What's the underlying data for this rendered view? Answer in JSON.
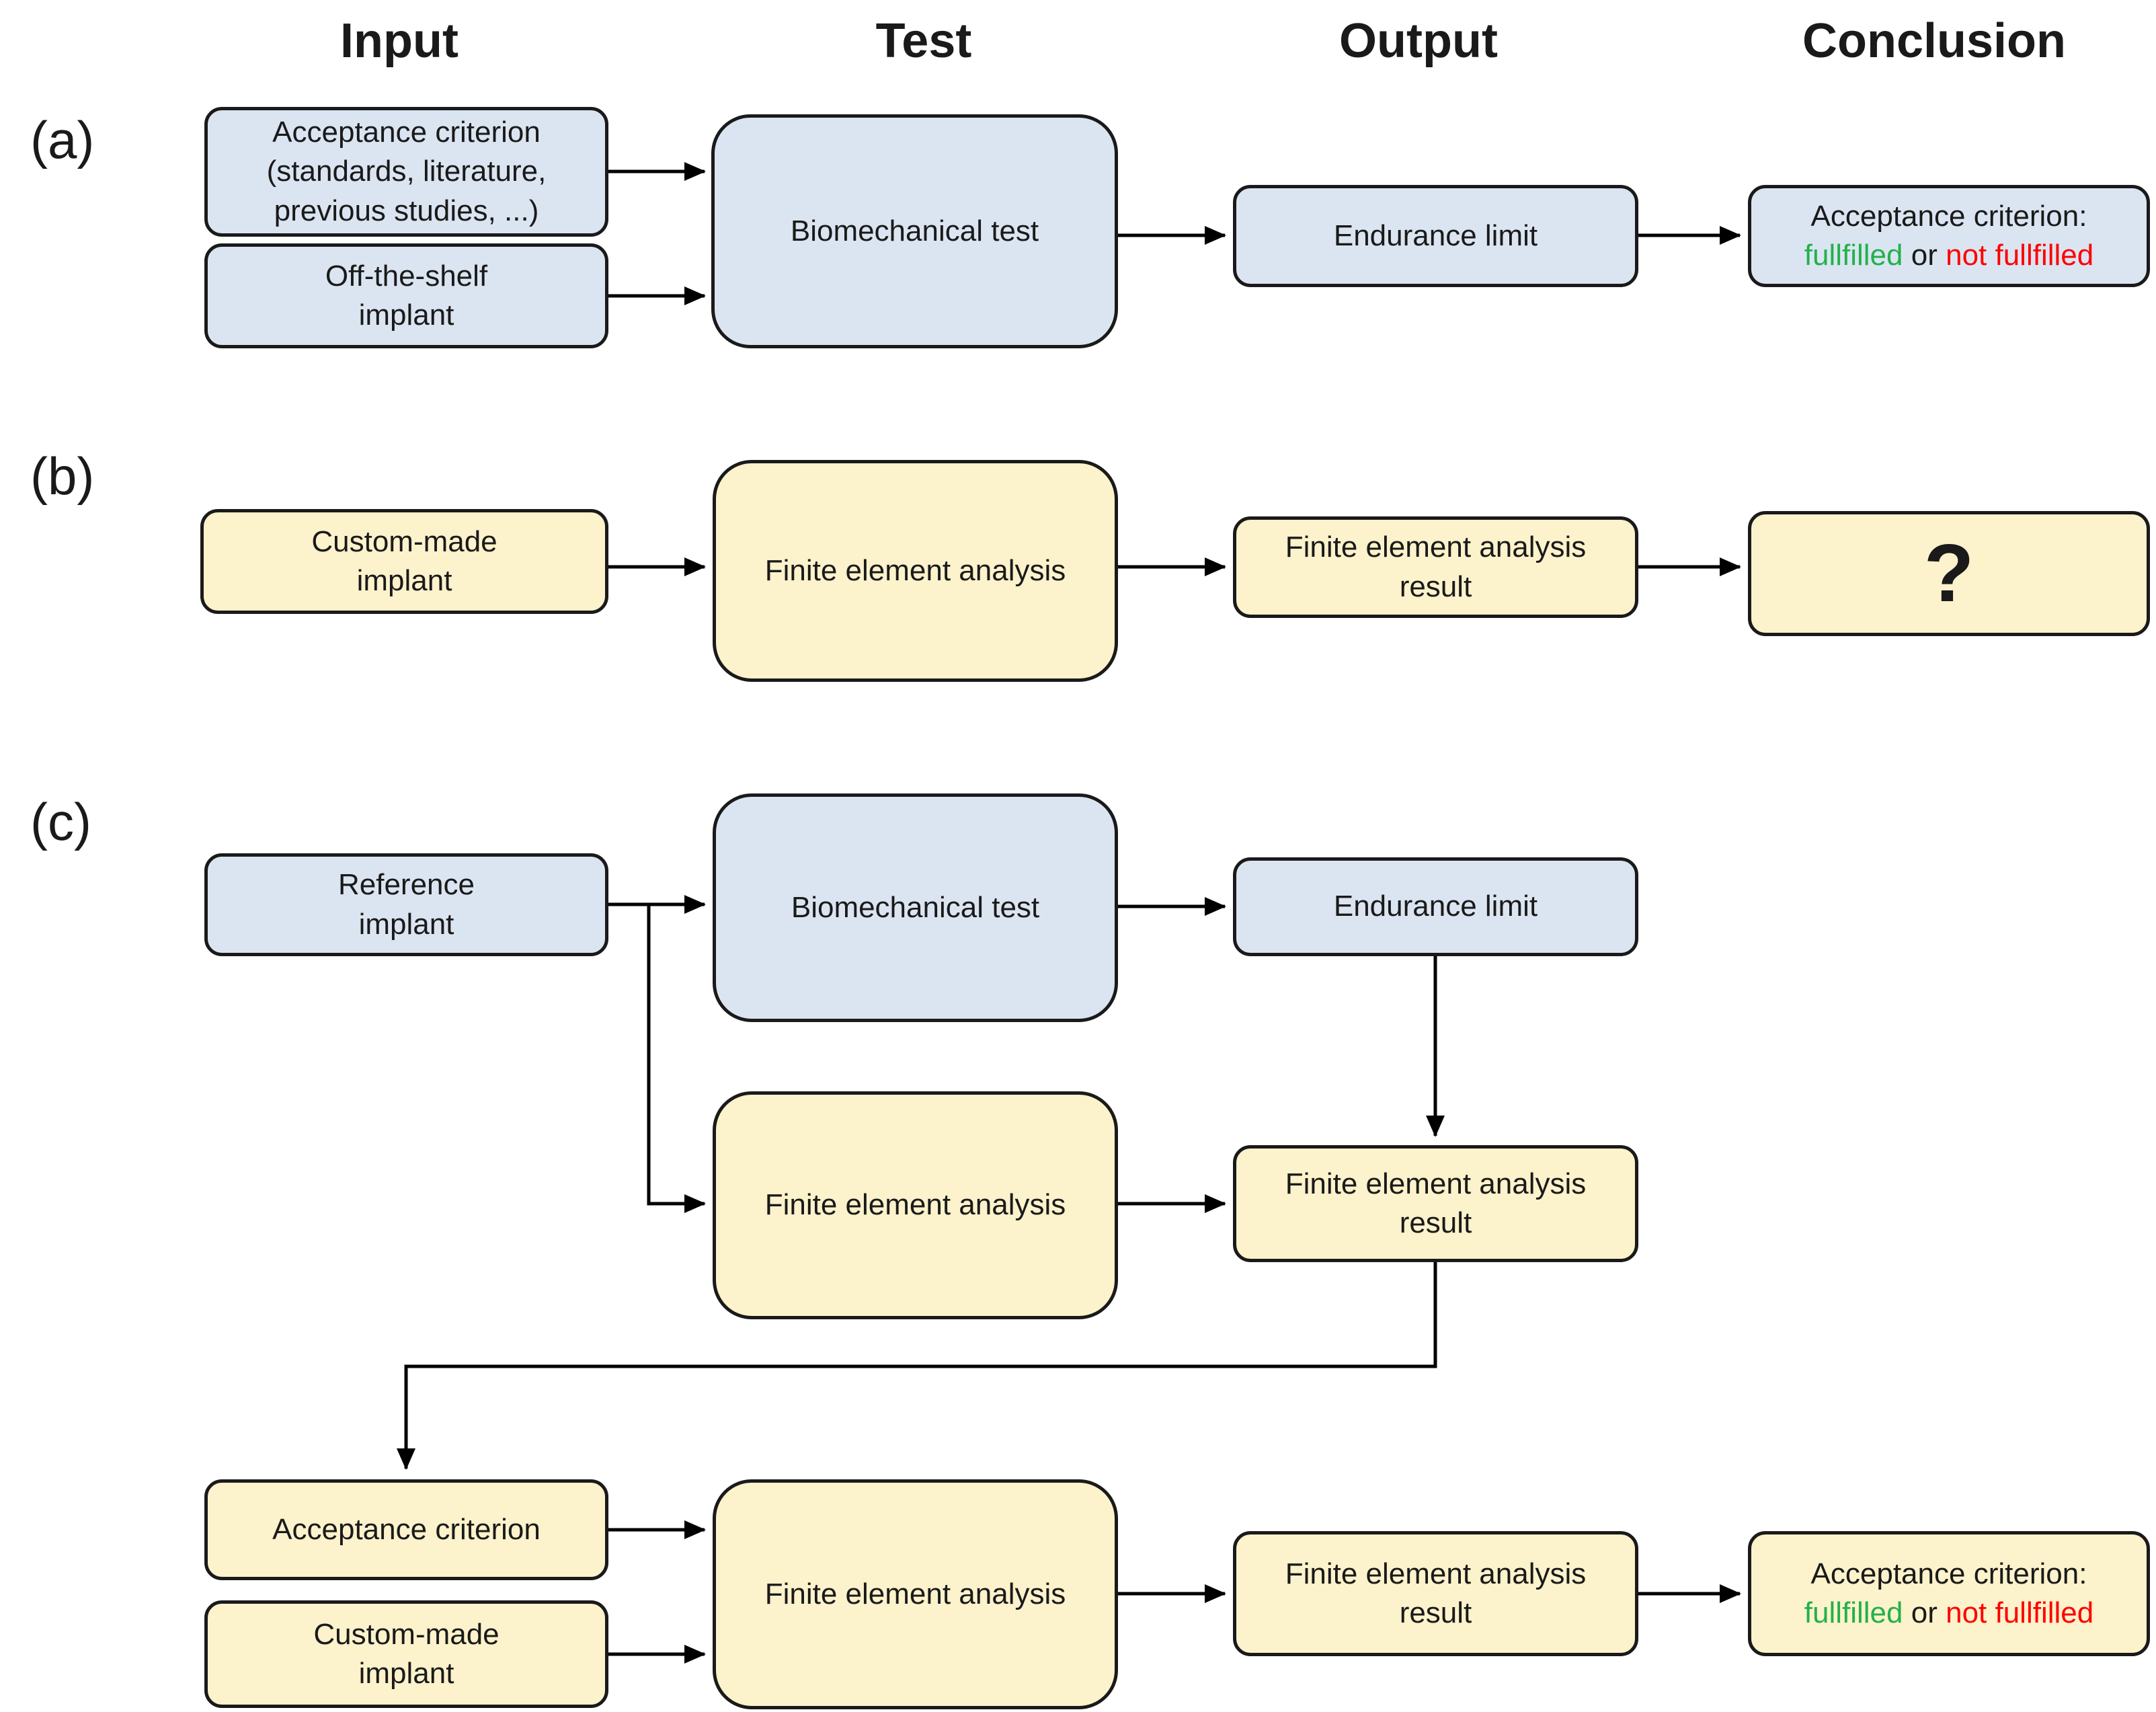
{
  "columns": {
    "input": "Input",
    "test": "Test",
    "output": "Output",
    "conclusion": "Conclusion"
  },
  "rows": {
    "a": {
      "label": "(a)",
      "input_1": "Acceptance criterion\n(standards, literature,\nprevious studies, ...)",
      "input_2": "Off-the-shelf\nimplant",
      "test": "Biomechanical test",
      "output": "Endurance limit",
      "conclusion_line1": "Acceptance criterion:",
      "conclusion_fulfilled": "fullfilled",
      "conclusion_or": "or",
      "conclusion_not_fulfilled": "not fullfilled"
    },
    "b": {
      "label": "(b)",
      "input_1": "Custom-made\nimplant",
      "test": "Finite element analysis",
      "output": "Finite element analysis\nresult",
      "conclusion": "?"
    },
    "c": {
      "label": "(c)",
      "input_1": "Reference\nimplant",
      "test_biomechanical": "Biomechanical test",
      "output_endurance": "Endurance limit",
      "test_fea": "Finite element analysis",
      "output_fea": "Finite element analysis\nresult",
      "input_acceptance": "Acceptance criterion",
      "input_custom": "Custom-made\nimplant",
      "test_fea_2": "Finite element analysis",
      "output_fea_2": "Finite element analysis\nresult",
      "conclusion_line1": "Acceptance criterion:",
      "conclusion_fulfilled": "fullfilled",
      "conclusion_or": "or",
      "conclusion_not_fulfilled": "not fullfilled"
    }
  },
  "colors": {
    "box_blue": "#dbe5f1",
    "box_yellow": "#fcf2cb",
    "border_black": "#1a1a1a",
    "fulfilled_green": "#22b14c",
    "not_fulfilled_red": "#ff0000"
  }
}
